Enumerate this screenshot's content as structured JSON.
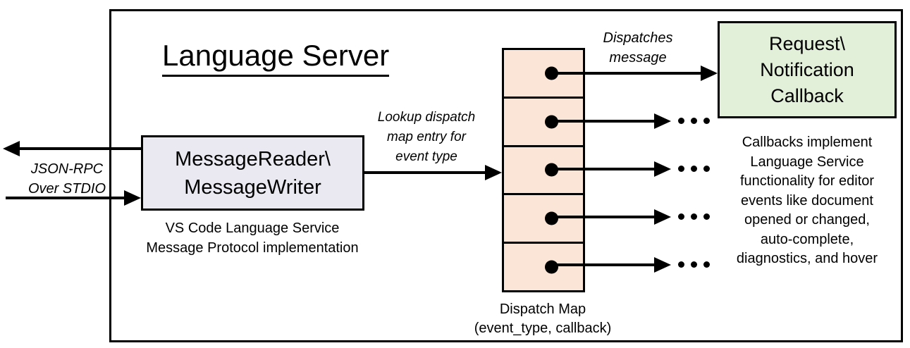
{
  "diagram": {
    "title": "Language Server",
    "colors": {
      "reader_fill": "#eae8f1",
      "dispatch_fill": "#fbe5d6",
      "callback_fill": "#e2efd9",
      "line": "#000000"
    },
    "message_io": {
      "line1": "JSON-RPC",
      "line2": "Over STDIO"
    },
    "message_reader": {
      "line1": "MessageReader\\",
      "line2": "MessageWriter",
      "caption_line1": "VS Code Language Service",
      "caption_line2": "Message Protocol implementation"
    },
    "lookup_label": {
      "line1": "Lookup dispatch",
      "line2": "map entry for",
      "line3": "event type"
    },
    "dispatch_map": {
      "rows": 5,
      "caption_line1": "Dispatch Map",
      "caption_line2": "(event_type, callback)"
    },
    "dispatches_label": {
      "line1": "Dispatches",
      "line2": "message"
    },
    "callback_box": {
      "line1": "Request\\",
      "line2": "Notification",
      "line3": "Callback"
    },
    "callbacks_note": {
      "lines": [
        "Callbacks implement",
        "Language Service",
        "functionality for editor",
        "events like document",
        "opened or changed,",
        "auto-complete,",
        "diagnostics, and hover"
      ]
    },
    "icons": {
      "ellipsis": "•••",
      "arrow_right": "→",
      "arrow_left": "←"
    }
  }
}
